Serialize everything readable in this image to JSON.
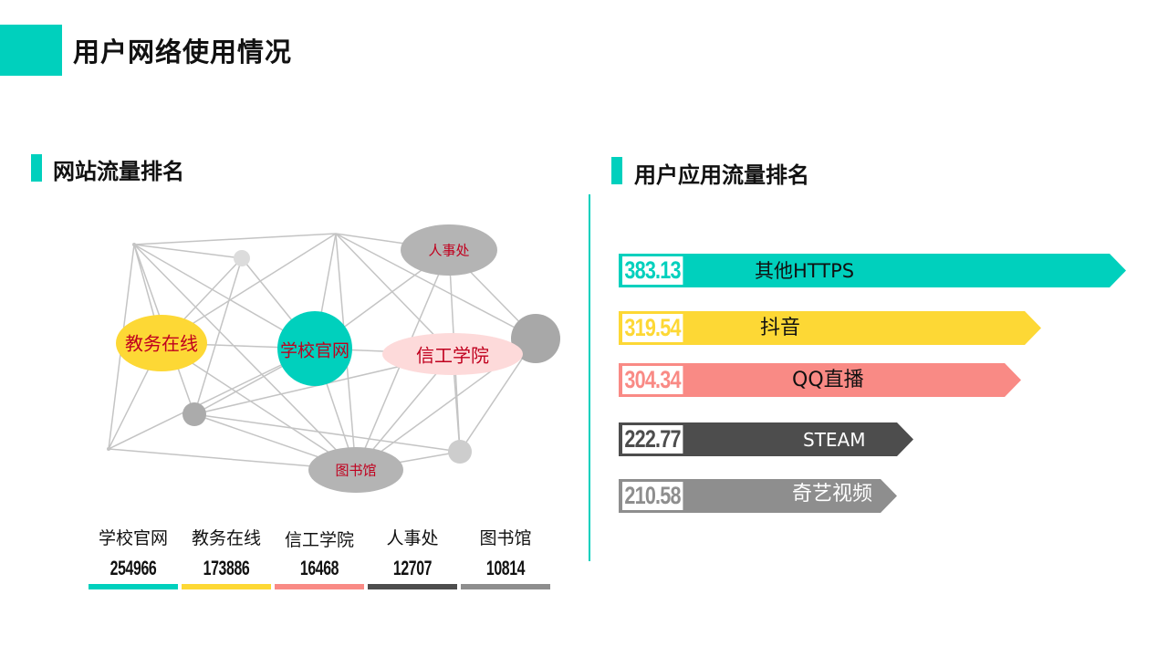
{
  "page": {
    "title": "用户网络使用情况"
  },
  "left_section": {
    "title": "网站流量排名"
  },
  "right_section": {
    "title": "用户应用流量排名"
  },
  "network": {
    "nodes": {
      "official": "学校官网",
      "academic": "教务在线",
      "it_college": "信工学院",
      "hr": "人事处",
      "library": "图书馆"
    }
  },
  "site_ranking": [
    {
      "name": "学校官网",
      "value": "254966",
      "color": "#00d0bd"
    },
    {
      "name": "教务在线",
      "value": "173886",
      "color": "#fdd835"
    },
    {
      "name": "信工学院",
      "value": "16468",
      "color": "#f98a85"
    },
    {
      "name": "人事处",
      "value": "12707",
      "color": "#4d4d4d"
    },
    {
      "name": "图书馆",
      "value": "10814",
      "color": "#8e8e8e"
    }
  ],
  "app_ranking": [
    {
      "name": "其他HTTPS",
      "value": "383.13",
      "color": "#00d0bd"
    },
    {
      "name": "抖音",
      "value": "319.54",
      "color": "#fdd835"
    },
    {
      "name": "QQ直播",
      "value": "304.34",
      "color": "#f98a85"
    },
    {
      "name": "STEAM",
      "value": "222.77",
      "color": "#4d4d4d"
    },
    {
      "name": "奇艺视频",
      "value": "210.58",
      "color": "#8e8e8e"
    }
  ]
}
